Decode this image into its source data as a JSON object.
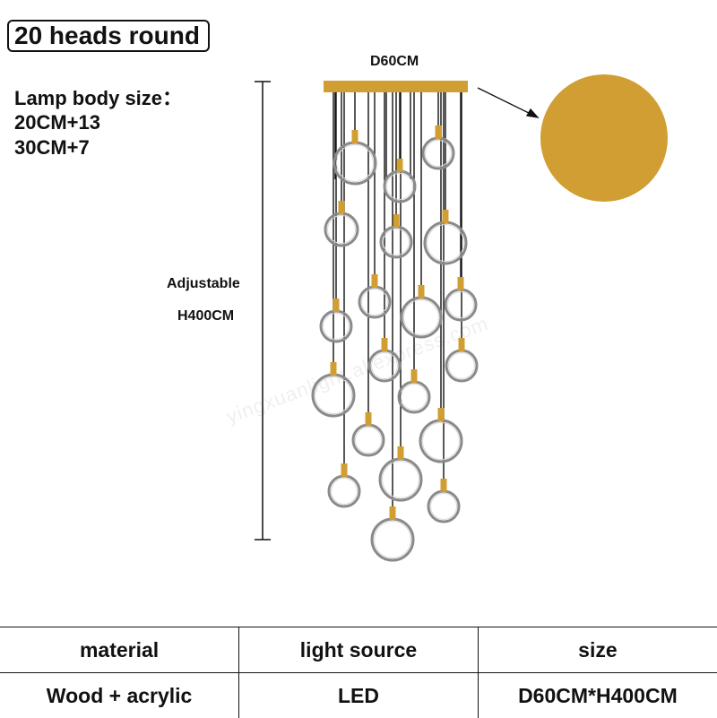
{
  "title": "20 heads round",
  "lamp_body": {
    "heading": "Lamp body size：",
    "lines": [
      "20CM+13",
      "30CM+7"
    ]
  },
  "canopy": {
    "label": "D60CM",
    "color": "#D19E33"
  },
  "height": {
    "label_line1": "Adjustable",
    "label_line2": "H400CM"
  },
  "watermark": "yingxuanlight.aliexpress.com",
  "table": {
    "headers": [
      "material",
      "light source",
      "size"
    ],
    "values": [
      "Wood + acrylic",
      "LED",
      "D60CM*H400CM"
    ]
  },
  "colors": {
    "gold": "#D19E33",
    "ring": "#8a8a8a",
    "cable": "#111111"
  }
}
